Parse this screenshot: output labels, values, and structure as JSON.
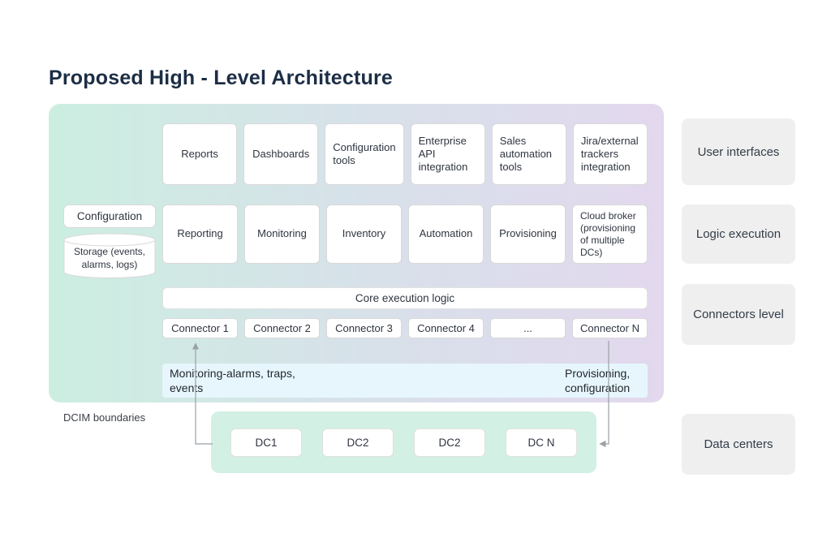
{
  "title": "Proposed High - Level Architecture",
  "diagram": {
    "ui_row": [
      "Reports",
      "Dashboards",
      "Configuration tools",
      "Enterprise API integration",
      "Sales automation tools",
      "Jira/external trackers integration"
    ],
    "logic_row": [
      "Reporting",
      "Monitoring",
      "Inventory",
      "Automation",
      "Provisioning",
      "Cloud broker (provisioning of multiple DCs)"
    ],
    "configuration_label": "Configuration",
    "storage_label": "Storage (events, alarms, logs)",
    "core_logic_label": "Core execution logic",
    "connectors": [
      "Connector 1",
      "Connector 2",
      "Connector 3",
      "Connector 4",
      "...",
      "Connector N"
    ],
    "flow_left_label": "Monitoring-alarms, traps, events",
    "flow_right_label": "Provisioning, configuration",
    "dcim_label": "DCIM boundaries",
    "data_centers": [
      "DC1",
      "DC2",
      "DC2",
      "DC N"
    ],
    "legend": [
      "User interfaces",
      "Logic execution",
      "Connectors level",
      "Data centers"
    ]
  },
  "colors": {
    "title_text": "#1c2e45",
    "panel_gradient_start": "#cceee1",
    "panel_gradient_end": "#e3d8ee",
    "flow_bar": "#e7f6fd",
    "dc_panel": "#d2f0e3",
    "legend_box": "#efefef",
    "box_border": "#d9d9d9",
    "arrow": "#9aa0a6"
  }
}
